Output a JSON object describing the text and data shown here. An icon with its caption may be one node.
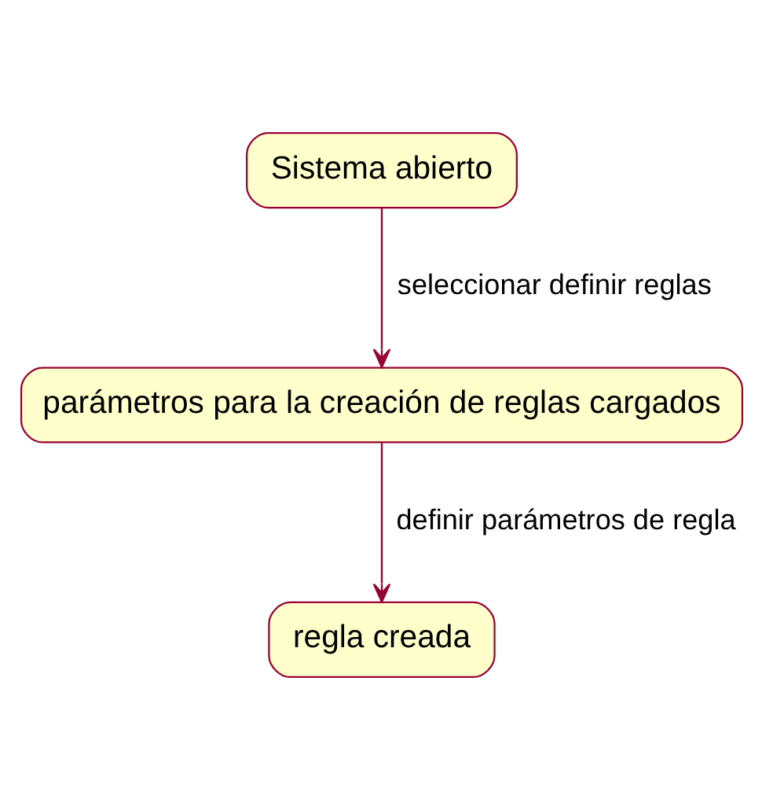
{
  "diagram": {
    "nodes": [
      {
        "text": [
          "Sistema abierto"
        ]
      },
      {
        "text": [
          "parámetros para la creación de reglas cargados"
        ]
      },
      {
        "text": [
          "regla creada"
        ]
      }
    ],
    "edges": [
      {
        "from": 0,
        "to": 1,
        "arrow": "to",
        "label": "seleccionar definir reglas"
      },
      {
        "from": 1,
        "to": 2,
        "arrow": "to",
        "label": "definir parámetros de regla"
      }
    ]
  }
}
